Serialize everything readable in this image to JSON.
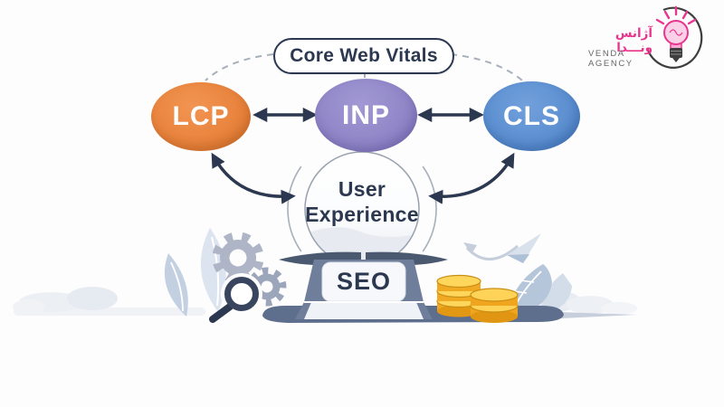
{
  "header": {
    "title": "Core Web Vitals"
  },
  "nodes": {
    "lcp": {
      "label": "LCP",
      "color": "#E8843E"
    },
    "inp": {
      "label": "INP",
      "color": "#9187C8"
    },
    "cls": {
      "label": "CLS",
      "color": "#5D90D1"
    }
  },
  "balance": {
    "balloon_line1": "User",
    "balloon_line2": "Experience",
    "pedestal_label": "SEO"
  },
  "logo": {
    "brand_fa": "آژانس ونـــدا",
    "brand_en": "VENDA AGENCY"
  },
  "colors": {
    "navy": "#2B3850",
    "orange": "#E8843E",
    "purple": "#9187C8",
    "blue": "#5D90D1",
    "slate_platform": "#5E6E8D",
    "gold_coin": "#F0A922",
    "pink_brand": "#E8368F",
    "background": "#FDFDFD"
  },
  "icons": {
    "lightbulb-icon": "brand light bulb with rays",
    "balance-scale-icon": "seo pedestal balance holding user-experience balloon",
    "gear-icon": "two gray cogwheels",
    "magnifier-icon": "magnifying glass",
    "coins-icon": "two stacks of gold coins",
    "paper-plane-icon": "paper plane with swoosh trail",
    "leaf-icon": "decorative leaves",
    "cloud-icon": "soft ground clouds",
    "arrow-icon": "double-headed navy arrows",
    "dashed-connector": "dashed curves from title pill to nodes"
  }
}
